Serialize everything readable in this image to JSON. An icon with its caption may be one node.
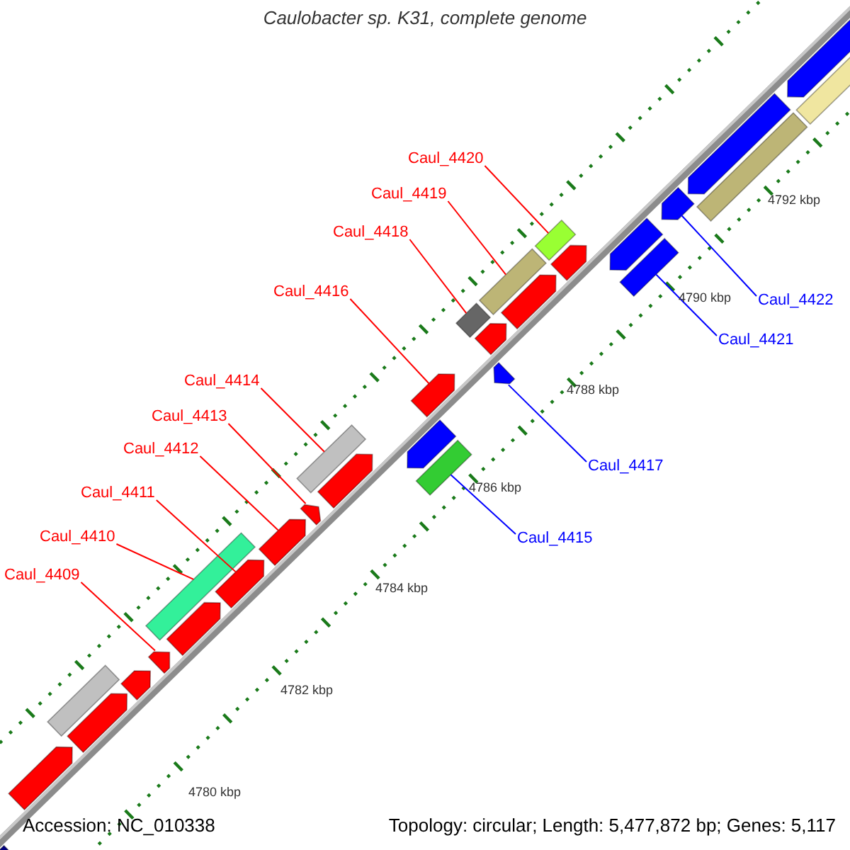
{
  "diagram": {
    "title": "Caulobacter sp. K31, complete genome",
    "nodes": [
      {
        "text": [
          "Caul_4420"
        ]
      },
      {
        "text": [
          "Caul_4419"
        ]
      },
      {
        "text": [
          "Caul_4418"
        ]
      },
      {
        "text": [
          "Caul_4416"
        ]
      },
      {
        "text": [
          "Caul_4414"
        ]
      },
      {
        "text": [
          "Caul_4413"
        ]
      },
      {
        "text": [
          "Caul_4412"
        ]
      },
      {
        "text": [
          "Caul_4411"
        ]
      },
      {
        "text": [
          "Caul_4410"
        ]
      },
      {
        "text": [
          "Caul_4409"
        ]
      },
      {
        "text": [
          "Caul_4422"
        ]
      },
      {
        "text": [
          "Caul_4421"
        ]
      },
      {
        "text": [
          "Caul_4417"
        ]
      },
      {
        "text": [
          "Caul_4415"
        ]
      },
      {
        "text": [],
        "shape": "bar"
      },
      {
        "text": [],
        "shape": "bar"
      },
      {
        "text": [],
        "shape": "bar"
      },
      {
        "text": [],
        "shape": "pentagon"
      },
      {
        "text": [],
        "shape": "bar"
      },
      {
        "text": [],
        "shape": "pentagon"
      },
      {
        "text": [],
        "shape": "pentagon"
      },
      {
        "text": [],
        "shape": "pentagon"
      },
      {
        "text": [],
        "shape": "bar"
      },
      {
        "text": [],
        "shape": "pentagon"
      },
      {
        "text": [],
        "shape": "pentagon"
      },
      {
        "text": [],
        "shape": "bar"
      },
      {
        "text": [],
        "shape": "pentagon"
      },
      {
        "text": [],
        "shape": "bar"
      },
      {
        "text": [],
        "shape": "pentagon"
      },
      {
        "text": [],
        "shape": "pentagon"
      },
      {
        "text": [],
        "shape": "pentagon"
      },
      {
        "text": [],
        "shape": "pentagon"
      },
      {
        "text": [],
        "shape": "pentagon"
      },
      {
        "text": [],
        "shape": "pentagon"
      },
      {
        "text": [],
        "shape": "pentagon"
      },
      {
        "text": [],
        "shape": "pentagon"
      },
      {
        "text": [],
        "shape": "bar"
      },
      {
        "text": [],
        "shape": "pentagon"
      },
      {
        "text": [],
        "shape": "pentagon"
      },
      {
        "text": [],
        "shape": "pentagon"
      },
      {
        "text": [],
        "shape": "pentagon"
      },
      {
        "text": [],
        "shape": "pentagon"
      },
      {
        "text": [],
        "shape": "bar"
      },
      {
        "text": [],
        "shape": "bar"
      }
    ],
    "edges": [
      {
        "from": 0,
        "to": 14,
        "arrow": "none"
      },
      {
        "from": 1,
        "to": 15,
        "arrow": "none"
      },
      {
        "from": 2,
        "to": 16,
        "arrow": "none"
      },
      {
        "from": 3,
        "to": 17,
        "arrow": "none"
      },
      {
        "from": 4,
        "to": 18,
        "arrow": "none"
      },
      {
        "from": 5,
        "to": 19,
        "arrow": "none"
      },
      {
        "from": 6,
        "to": 20,
        "arrow": "none"
      },
      {
        "from": 7,
        "to": 21,
        "arrow": "none"
      },
      {
        "from": 8,
        "to": 22,
        "arrow": "none"
      },
      {
        "from": 9,
        "to": 23,
        "arrow": "none"
      },
      {
        "from": 10,
        "to": 24,
        "arrow": "none",
        "color": "#0000ff"
      },
      {
        "from": 11,
        "to": 25,
        "arrow": "none",
        "color": "#0000ff"
      },
      {
        "from": 12,
        "to": 26,
        "arrow": "none",
        "color": "#0000ff"
      },
      {
        "from": 13,
        "to": 27,
        "arrow": "none",
        "color": "#0000ff"
      }
    ],
    "labels": [
      "4780 kbp",
      "4782 kbp",
      "4784 kbp",
      "4786 kbp",
      "4788 kbp",
      "4790 kbp",
      "4792 kbp",
      "Accession: NC_010338",
      "Topology: circular; Length: 5,477,872 bp; Genes: 5,117"
    ]
  }
}
